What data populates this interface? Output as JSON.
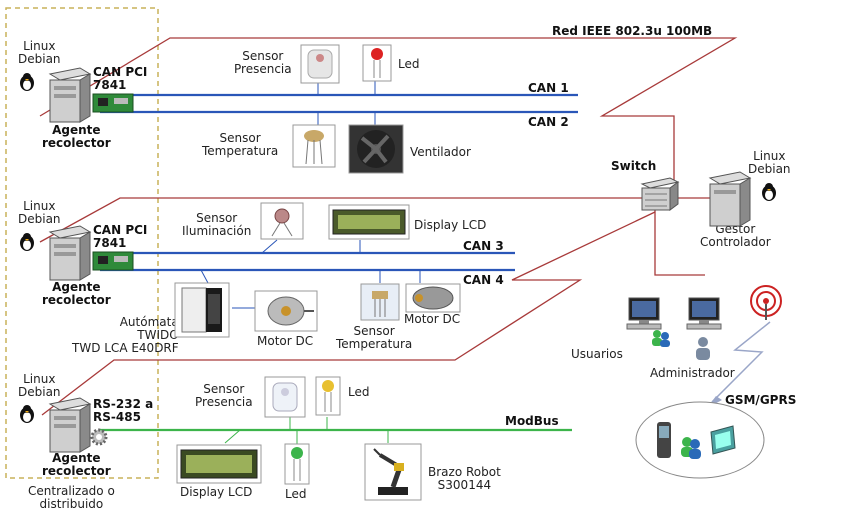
{
  "network": {
    "ethernet_label": "Red IEEE 802.3u 100MB",
    "can1": "CAN 1",
    "can2": "CAN 2",
    "can3": "CAN 3",
    "can4": "CAN 4",
    "modbus": "ModBus",
    "switch": "Switch",
    "gsm": "GSM/GPRS"
  },
  "agents": [
    {
      "os": "Linux\nDebian",
      "card": "CAN PCI\n7841",
      "role": "Agente\nrecolector"
    },
    {
      "os": "Linux\nDebian",
      "card": "CAN PCI\n7841",
      "role": "Agente\nrecolector"
    },
    {
      "os": "Linux\nDebian",
      "card": "RS-232 a\nRS-485",
      "role": "Agente\nrecolector"
    }
  ],
  "zone_label": "Centralizado o\ndistribuido",
  "manager": {
    "os": "Linux\nDebian",
    "role": "Gestor\nControlador"
  },
  "devices": {
    "presence1": "Sensor\nPresencia",
    "led1": "Led",
    "temp1": "Sensor\nTemperatura",
    "fan": "Ventilador",
    "light": "Sensor\nIluminación",
    "lcd1": "Display LCD",
    "plc": "Autómata\nTWIDO\nTWD LCA E40DRF",
    "motor1": "Motor DC",
    "temp2": "Sensor\nTemperatura",
    "motor2": "Motor DC",
    "presence2": "Sensor\nPresencia",
    "led2": "Led",
    "lcd2": "Display LCD",
    "led3": "Led",
    "robot": "Brazo Robot\nS300144"
  },
  "clients": {
    "users": "Usuarios",
    "admin": "Administrador"
  },
  "colors": {
    "ethernet": "#a83a3a",
    "can": "#2a56b8",
    "modbus": "#3cb44b",
    "zone": "#c9b25a"
  }
}
